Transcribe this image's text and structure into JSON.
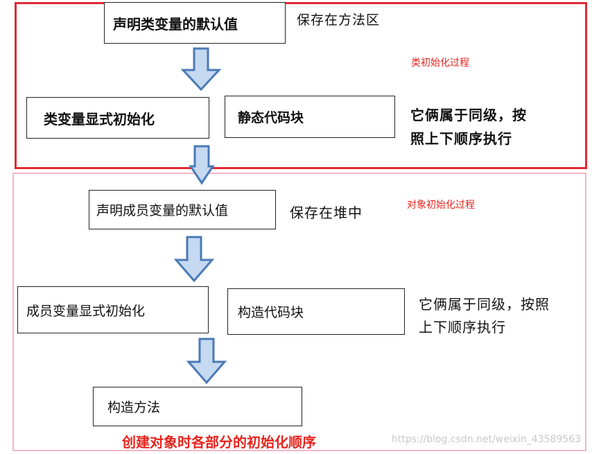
{
  "class_init": {
    "step1": "声明类变量的默认值",
    "step1_note": "保存在方法区",
    "section_label": "类初始化过程",
    "step2a": "类变量显式初始化",
    "step2b": "静态代码块",
    "same_level_note_line1": "它俩属于同级，按",
    "same_level_note_line2": "照上下顺序执行"
  },
  "object_init": {
    "step1": "声明成员变量的默认值",
    "step1_note": "保存在堆中",
    "section_label": "对象初始化过程",
    "step2a": "成员变量显式初始化",
    "step2b": "构造代码块",
    "same_level_note_line1": "它俩属于同级，按照",
    "same_level_note_line2": "上下顺序执行",
    "step3": "构造方法"
  },
  "caption": "创建对象时各部分的初始化顺序",
  "watermark": "https://blog.csdn.net/weixin_43589563",
  "colors": {
    "class_frame": "#e02a34",
    "object_frame": "#f2b6c8",
    "arrow_fill": "#c5d9f1",
    "arrow_stroke": "#4a7ab5",
    "label_red": "#e8231c"
  }
}
